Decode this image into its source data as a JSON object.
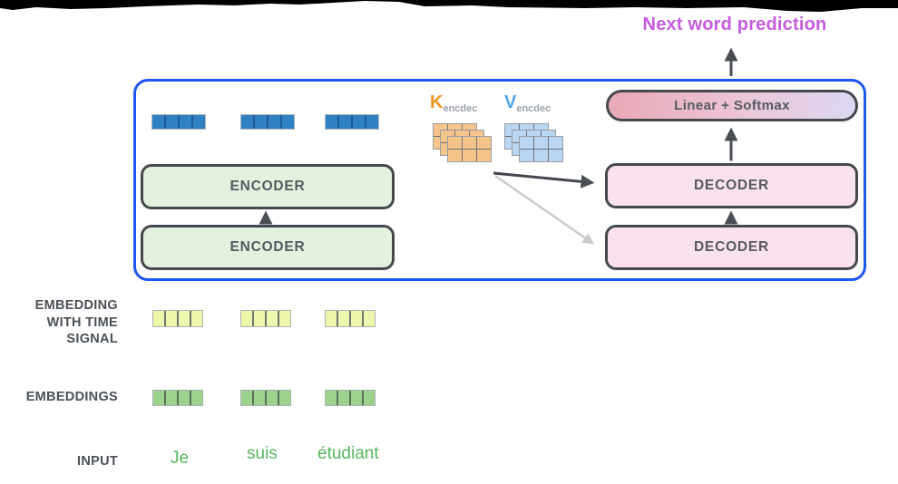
{
  "annotation": {
    "next_word_prediction": "Next word prediction"
  },
  "transformer": {
    "encoders": [
      "ENCODER",
      "ENCODER"
    ],
    "decoders": [
      "DECODER",
      "DECODER"
    ],
    "output_layer": "Linear + Softmax",
    "attention": {
      "k_label": "K",
      "k_subscript": "encdec",
      "v_label": "V",
      "v_subscript": "encdec"
    }
  },
  "side_labels": {
    "embedding_with_time_signal": [
      "EMBEDDING",
      "WITH TIME",
      "SIGNAL"
    ],
    "embeddings": "EMBEDDINGS",
    "input": "INPUT"
  },
  "input_words": [
    "Je",
    "suis",
    "étudiant"
  ],
  "colors": {
    "container_border_blue": "#1d56f2",
    "annotation_magenta": "#c55bdf",
    "encoder_fill_green": "#e5f1df",
    "decoder_fill_pink": "#f9e2ee",
    "linear_gradient_left_pink": "#e7a9b6",
    "linear_gradient_right_lavender": "#ddd8f3",
    "box_border_gray": "#45494e",
    "vector_blue": "#2f81c3",
    "vector_yellow_green": "#eef6ab",
    "vector_green": "#9cd28c",
    "k_matrix_orange": "#f4c48b",
    "v_matrix_blue": "#b9d6f2",
    "k_label_orange": "#f0941f",
    "v_label_blue": "#4fa3f0",
    "input_word_green": "#57b75e",
    "arrow_dark": "#4a4e54",
    "arrow_light": "#cbcbcb",
    "torn_edge_black": "#000000"
  }
}
